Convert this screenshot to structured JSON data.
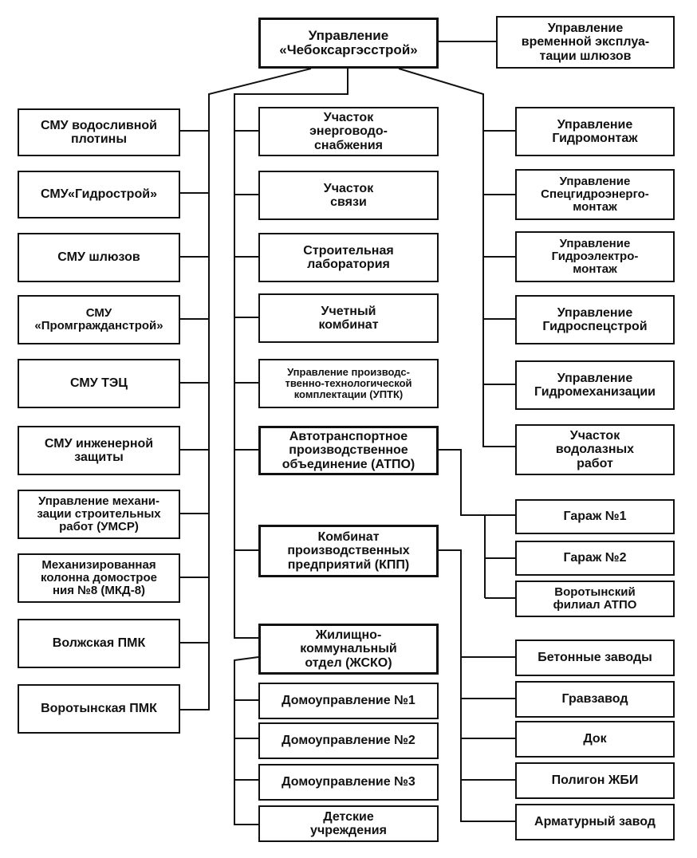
{
  "diagram": {
    "root": "Управление\n«Чебоксаргэсстрой»",
    "temp_operation": "Управление\nвременной эксплуа-\nтации шлюзов",
    "left": [
      "СМУ водосливной\nплотины",
      "СМУ«Гидрострой»",
      "СМУ шлюзов",
      "СМУ\n«Промгражданстрой»",
      "СМУ ТЭЦ",
      "СМУ инженерной\nзащиты",
      "Управление механи-\nзации строительных\nработ (УМСР)",
      "Механизированная\nколонна домострое\nния №8 (МКД-8)",
      "Волжская ПМК",
      "Воротынская ПМК"
    ],
    "center": [
      "Участок\nэнерговодо-\nснабжения",
      "Участок\nсвязи",
      "Строительная\nлаборатория",
      "Учетный\nкомбинат",
      "Управление производс-\nтвенно-технологической\nкомплектации (УПТК)",
      "Автотранспортное\nпроизводственное\nобъединение (АТПО)",
      "Комбинат\nпроизводственных\nпредприятий (КПП)",
      "Жилищно-\nкоммунальный\nотдел (ЖСКО)"
    ],
    "right": [
      "Управление\nГидромонтаж",
      "Управление\nСпецгидроэнерго-\nмонтаж",
      "Управление\nГидроэлектро-\nмонтаж",
      "Управление\nГидроспецстрой",
      "Управление\nГидромеханизации",
      "Участок\nводолазных\nработ"
    ],
    "atpo_units": [
      "Гараж №1",
      "Гараж №2",
      "Воротынский\nфилиал АТПО"
    ],
    "kpp_units": [
      "Бетонные заводы",
      "Гравзавод",
      "Док",
      "Полигон ЖБИ",
      "Арматурный завод"
    ],
    "zhsko_units": [
      "Домоуправление №1",
      "Домоуправление №2",
      "Домоуправление №3",
      "Детские\nучреждения"
    ]
  }
}
